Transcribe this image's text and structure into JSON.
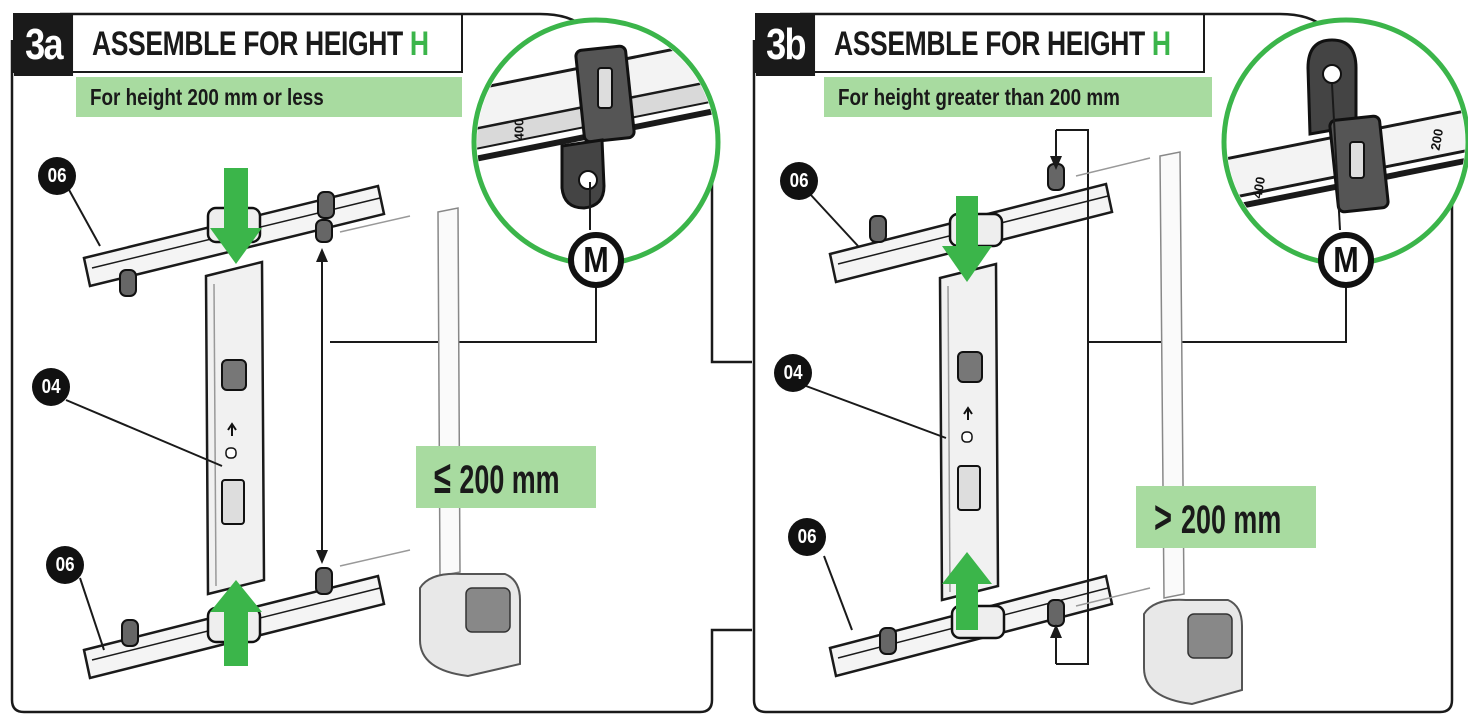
{
  "panels": [
    {
      "step": "3a",
      "title": "ASSEMBLE FOR HEIGHT ",
      "title_highlight": "H",
      "subtitle": "For height 200 mm or less",
      "callouts": {
        "top_bar": "06",
        "plate": "04",
        "bottom_bar": "06"
      },
      "detail_label": "M",
      "detail_scale": "400",
      "measure_symbol": "≤",
      "measure_text": "200 mm"
    },
    {
      "step": "3b",
      "title": "ASSEMBLE FOR HEIGHT ",
      "title_highlight": "H",
      "subtitle": "For height greater than 200 mm",
      "callouts": {
        "top_bar": "06",
        "plate": "04",
        "bottom_bar": "06"
      },
      "detail_label": "M",
      "detail_scale_a": "400",
      "detail_scale_b": "200",
      "measure_symbol": ">",
      "measure_text": "200 mm"
    }
  ],
  "colors": {
    "accent_green": "#3bb54a",
    "label_green": "#a8dba0",
    "ink": "#1a1a1a"
  }
}
